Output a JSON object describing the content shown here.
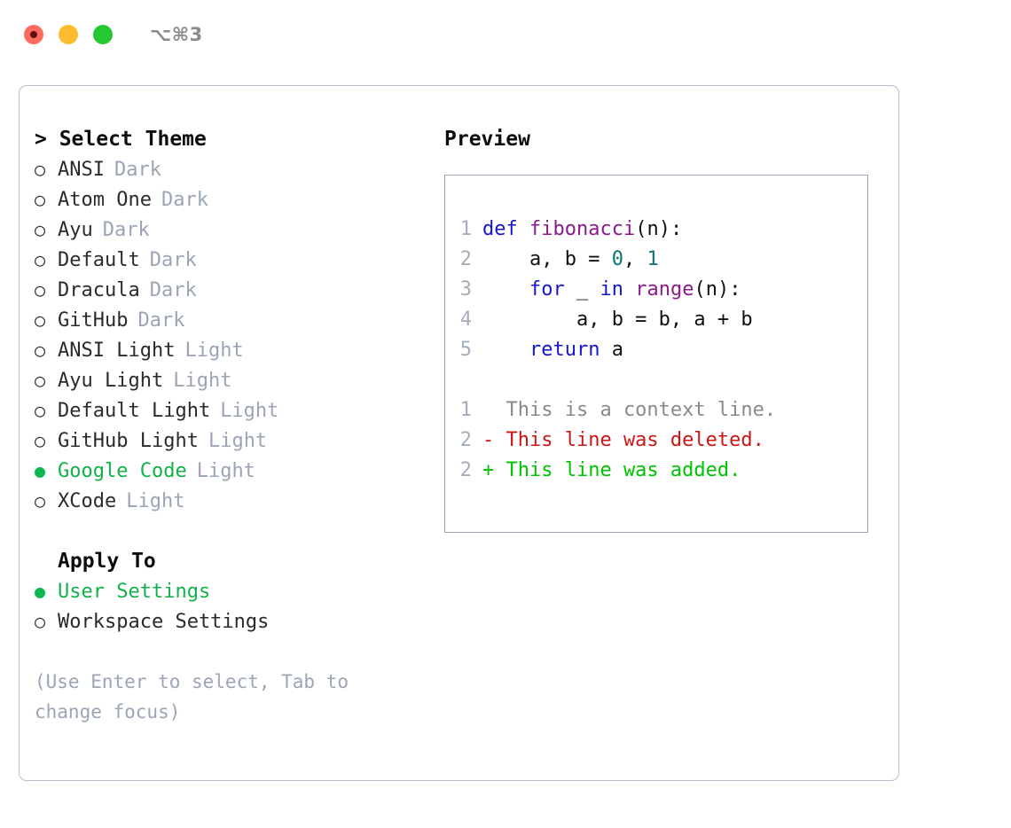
{
  "titlebar": {
    "buttons": [
      {
        "name": "close",
        "color": "#fd6b60"
      },
      {
        "name": "minimize",
        "color": "#fdbc2d"
      },
      {
        "name": "zoom",
        "color": "#25c732"
      }
    ],
    "shortcut": "⌥⌘3"
  },
  "theme_picker": {
    "header": "> Select Theme",
    "header_caret": ">",
    "header_label": "Select Theme",
    "items": [
      {
        "marker": "○",
        "label": "ANSI",
        "tag": "Dark",
        "selected": false
      },
      {
        "marker": "○",
        "label": "Atom One",
        "tag": "Dark",
        "selected": false
      },
      {
        "marker": "○",
        "label": "Ayu",
        "tag": "Dark",
        "selected": false
      },
      {
        "marker": "○",
        "label": "Default",
        "tag": "Dark",
        "selected": false
      },
      {
        "marker": "○",
        "label": "Dracula",
        "tag": "Dark",
        "selected": false
      },
      {
        "marker": "○",
        "label": "GitHub",
        "tag": "Dark",
        "selected": false
      },
      {
        "marker": "○",
        "label": "ANSI Light",
        "tag": "Light",
        "selected": false
      },
      {
        "marker": "○",
        "label": "Ayu Light",
        "tag": "Light",
        "selected": false
      },
      {
        "marker": "○",
        "label": "Default Light",
        "tag": "Light",
        "selected": false
      },
      {
        "marker": "○",
        "label": "GitHub Light",
        "tag": "Light",
        "selected": false
      },
      {
        "marker": "●",
        "label": "Google Code",
        "tag": "Light",
        "selected": true
      },
      {
        "marker": "○",
        "label": "XCode",
        "tag": "Light",
        "selected": false
      }
    ]
  },
  "apply_to": {
    "header": "Apply To",
    "items": [
      {
        "marker": "●",
        "label": "User Settings",
        "selected": true
      },
      {
        "marker": "○",
        "label": "Workspace Settings",
        "selected": false
      }
    ]
  },
  "hint": "(Use Enter to select, Tab to change focus)",
  "preview": {
    "header": "Preview",
    "code_lines": [
      {
        "num": "1",
        "segments": [
          {
            "text": "def ",
            "cls": "tok-kw"
          },
          {
            "text": "fibonacci",
            "cls": "tok-fn"
          },
          {
            "text": "(n):",
            "cls": "tok-pl"
          }
        ]
      },
      {
        "num": "2",
        "segments": [
          {
            "text": "    a, b = ",
            "cls": "tok-pl"
          },
          {
            "text": "0",
            "cls": "tok-num"
          },
          {
            "text": ", ",
            "cls": "tok-pl"
          },
          {
            "text": "1",
            "cls": "tok-num"
          }
        ]
      },
      {
        "num": "3",
        "segments": [
          {
            "text": "    for ",
            "cls": "tok-kw"
          },
          {
            "text": "_ ",
            "cls": "tok-pl"
          },
          {
            "text": "in ",
            "cls": "tok-kw"
          },
          {
            "text": "range",
            "cls": "tok-fn"
          },
          {
            "text": "(n):",
            "cls": "tok-pl"
          }
        ]
      },
      {
        "num": "4",
        "segments": [
          {
            "text": "        a, b = b, a + b",
            "cls": "tok-pl"
          }
        ]
      },
      {
        "num": "5",
        "segments": [
          {
            "text": "    return ",
            "cls": "tok-kw"
          },
          {
            "text": "a",
            "cls": "tok-pl"
          }
        ]
      }
    ],
    "diff_lines": [
      {
        "num": "1",
        "segments": [
          {
            "text": "  This is a context line.",
            "cls": "tok-ctx"
          }
        ]
      },
      {
        "num": "2",
        "segments": [
          {
            "text": "- This line was deleted.",
            "cls": "tok-del"
          }
        ]
      },
      {
        "num": "2",
        "segments": [
          {
            "text": "+ This line was added.",
            "cls": "tok-add"
          }
        ]
      }
    ]
  },
  "colors": {
    "accent_green": "#11b24a",
    "muted": "#9ba5b5",
    "border": "#b6bfcc",
    "preview_border": "#98a3b3",
    "keyword": "#1616cc",
    "function": "#8b1a8b",
    "number": "#0d7373",
    "diff_add": "#00c400",
    "diff_del": "#cc1616"
  }
}
